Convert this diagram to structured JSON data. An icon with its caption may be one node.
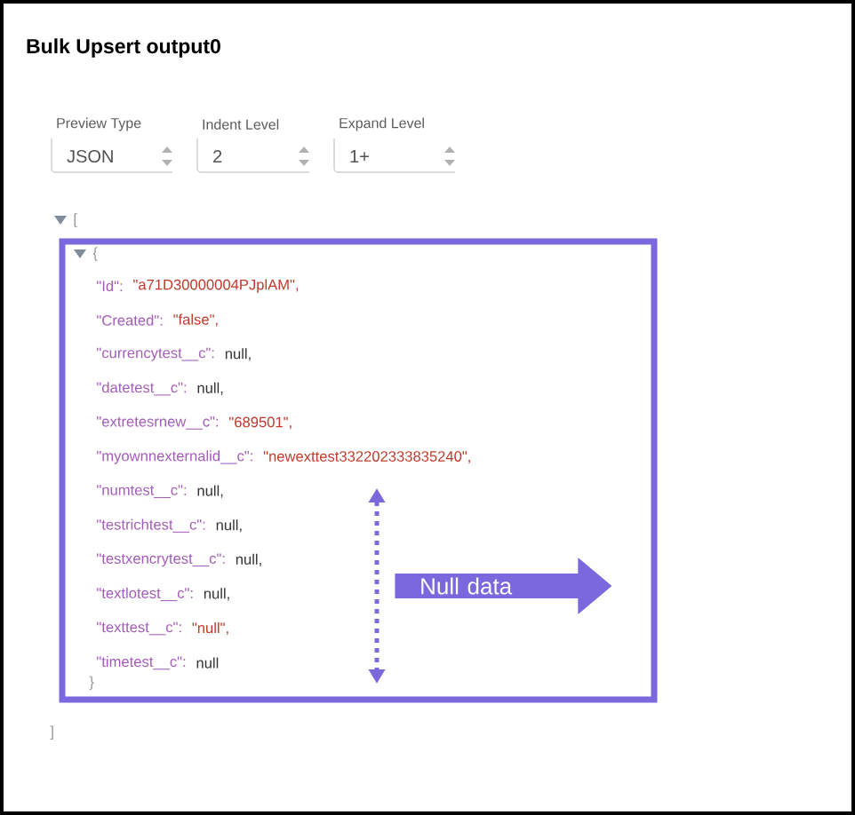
{
  "diagram": {
    "title": "Bulk Upsert output0",
    "nodes": [
      {
        "text": [
          "Null data"
        ]
      }
    ],
    "labels": [
      "Preview Type",
      "JSON",
      "Indent Level",
      "2",
      "Expand Level",
      "1+",
      "[",
      "{",
      "\"Id\":",
      "\"a71D30000004PJplAM\",",
      "\"Created\":",
      "\"false\",",
      "\"currencytest__c\":",
      "null,",
      "\"datetest__c\":",
      "null,",
      "\"extretesrnew__c\":",
      "\"689501\",",
      "\"myownnexternalid__c\":",
      "\"newexttest332202333835240\",",
      "\"numtest__c\":",
      "null,",
      "\"testrichtest__c\":",
      "null,",
      "\"testxencrytest__c\":",
      "null,",
      "\"textlotest__c\":",
      "null,",
      "\"texttest__c\":",
      "\"null\",",
      "\"timetest__c\":",
      "null",
      "}",
      "]"
    ]
  }
}
